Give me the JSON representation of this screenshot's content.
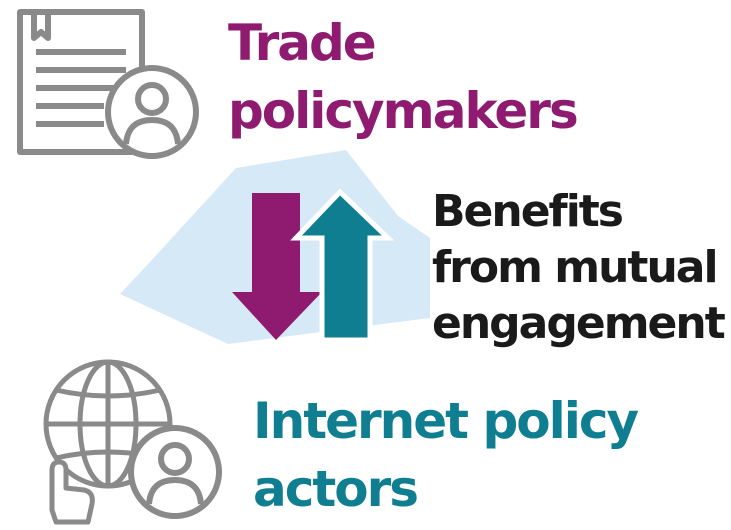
{
  "top_group": {
    "icon": "document-user-icon",
    "label_lines": [
      "Trade",
      "policymakers"
    ],
    "color": "#8e1b70"
  },
  "middle_group": {
    "icon": "two-way-arrows-icon",
    "label_lines": [
      "Benefits",
      "from mutual",
      "engagement"
    ],
    "down_arrow_color": "#8e1b70",
    "up_arrow_color": "#0f7e91",
    "background_color": "#d6e9f7",
    "text_color": "#1a1a1a"
  },
  "bottom_group": {
    "icon": "globe-user-icon",
    "label_lines": [
      "Internet policy",
      "actors"
    ],
    "color": "#0f7e91"
  },
  "icon_stroke_color": "#8a8a8a"
}
